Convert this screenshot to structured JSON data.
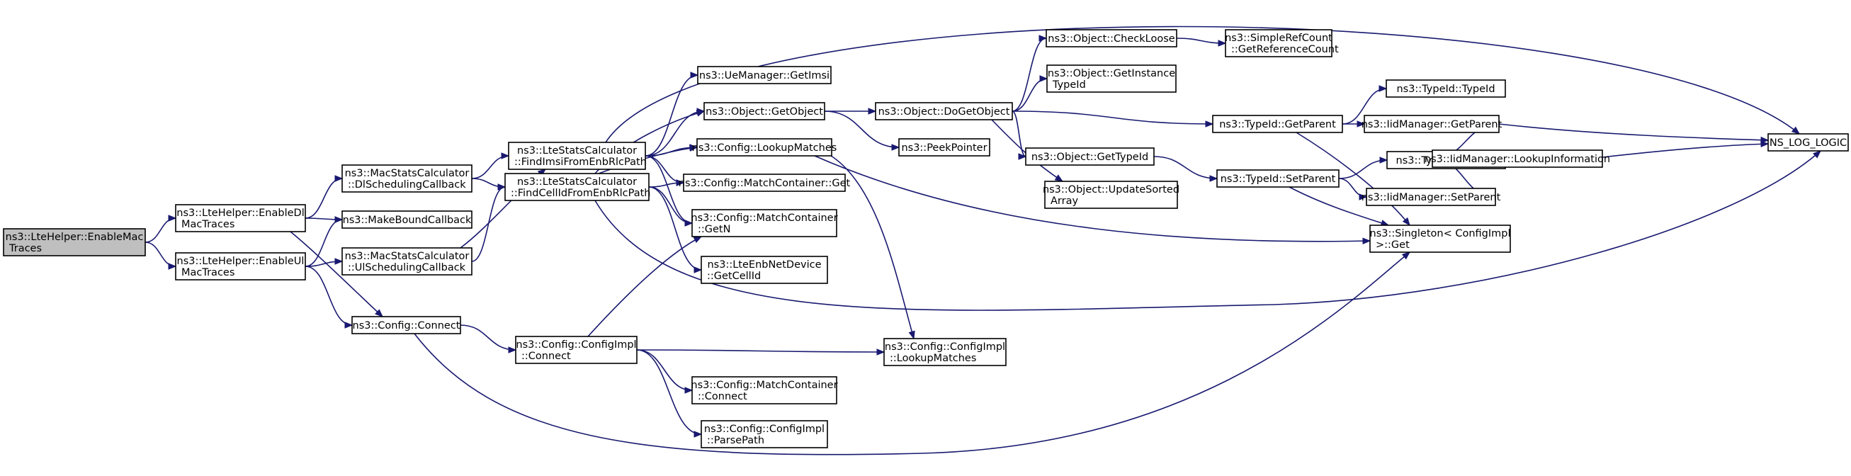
{
  "nodes": [
    {
      "id": "n0",
      "lines": [
        "ns3::LteHelper::EnableMac",
        "Traces"
      ]
    },
    {
      "id": "n1",
      "lines": [
        "ns3::LteHelper::EnableDl",
        "MacTraces"
      ]
    },
    {
      "id": "n2",
      "lines": [
        "ns3::LteHelper::EnableUl",
        "MacTraces"
      ]
    },
    {
      "id": "n3",
      "lines": [
        "ns3::MacStatsCalculator",
        "::DlSchedulingCallback"
      ]
    },
    {
      "id": "n4",
      "lines": [
        "ns3::MakeBoundCallback"
      ]
    },
    {
      "id": "n5",
      "lines": [
        "ns3::MacStatsCalculator",
        "::UlSchedulingCallback"
      ]
    },
    {
      "id": "n6",
      "lines": [
        "ns3::Config::Connect"
      ]
    },
    {
      "id": "n7",
      "lines": [
        "ns3::LteStatsCalculator",
        "::FindImsiFromEnbRlcPath"
      ]
    },
    {
      "id": "n8",
      "lines": [
        "ns3::LteStatsCalculator",
        "::FindCellIdFromEnbRlcPath"
      ]
    },
    {
      "id": "n9",
      "lines": [
        "ns3::Config::ConfigImpl",
        "::Connect"
      ]
    },
    {
      "id": "n10",
      "lines": [
        "ns3::UeManager::GetImsi"
      ]
    },
    {
      "id": "n11",
      "lines": [
        "ns3::Object::GetObject"
      ]
    },
    {
      "id": "n12",
      "lines": [
        "ns3::Config::LookupMatches"
      ]
    },
    {
      "id": "n13",
      "lines": [
        "ns3::Config::MatchContainer::Get"
      ]
    },
    {
      "id": "n14",
      "lines": [
        "ns3::Config::MatchContainer",
        "::GetN"
      ]
    },
    {
      "id": "n15",
      "lines": [
        "ns3::LteEnbNetDevice",
        "::GetCellId"
      ]
    },
    {
      "id": "n16",
      "lines": [
        "ns3::Config::MatchContainer",
        "::Connect"
      ]
    },
    {
      "id": "n17",
      "lines": [
        "ns3::Config::ConfigImpl",
        "::ParsePath"
      ]
    },
    {
      "id": "n18",
      "lines": [
        "ns3::Object::DoGetObject"
      ]
    },
    {
      "id": "n19",
      "lines": [
        "ns3::PeekPointer"
      ]
    },
    {
      "id": "n20",
      "lines": [
        "ns3::Config::ConfigImpl",
        "::LookupMatches"
      ]
    },
    {
      "id": "n21",
      "lines": [
        "ns3::Object::CheckLoose"
      ]
    },
    {
      "id": "n22",
      "lines": [
        "ns3::Object::GetInstance",
        "TypeId"
      ]
    },
    {
      "id": "n23",
      "lines": [
        "ns3::Object::GetTypeId"
      ]
    },
    {
      "id": "n24",
      "lines": [
        "ns3::Object::UpdateSorted",
        "Array"
      ]
    },
    {
      "id": "n25",
      "lines": [
        "ns3::SimpleRefCount",
        "::GetReferenceCount"
      ]
    },
    {
      "id": "n26",
      "lines": [
        "ns3::TypeId::GetParent"
      ]
    },
    {
      "id": "n27",
      "lines": [
        "ns3::TypeId::SetParent"
      ]
    },
    {
      "id": "n28",
      "lines": [
        "ns3::TypeId::TypeId"
      ]
    },
    {
      "id": "n29",
      "lines": [
        "ns3::IidManager::GetParent"
      ]
    },
    {
      "id": "n30",
      "lines": [
        "ns3::TypeId::GetUid"
      ]
    },
    {
      "id": "n31",
      "lines": [
        "ns3::IidManager::SetParent"
      ]
    },
    {
      "id": "n32",
      "lines": [
        "ns3::Singleton< ConfigImpl",
        " >::Get"
      ]
    },
    {
      "id": "n33",
      "lines": [
        "ns3::IidManager::LookupInformation"
      ]
    },
    {
      "id": "n34",
      "lines": [
        "NS_LOG_LOGIC"
      ]
    }
  ],
  "edges": [
    [
      "n0",
      "n1"
    ],
    [
      "n0",
      "n2"
    ],
    [
      "n1",
      "n3"
    ],
    [
      "n1",
      "n4"
    ],
    [
      "n1",
      "n6"
    ],
    [
      "n2",
      "n4"
    ],
    [
      "n2",
      "n5"
    ],
    [
      "n2",
      "n6"
    ],
    [
      "n3",
      "n7"
    ],
    [
      "n3",
      "n8"
    ],
    [
      "n5",
      "n7"
    ],
    [
      "n5",
      "n8"
    ],
    [
      "n6",
      "n9"
    ],
    [
      "n6",
      "n32"
    ],
    [
      "n7",
      "n10"
    ],
    [
      "n7",
      "n11"
    ],
    [
      "n7",
      "n12"
    ],
    [
      "n7",
      "n13"
    ],
    [
      "n7",
      "n14"
    ],
    [
      "n7",
      "n34"
    ],
    [
      "n8",
      "n11"
    ],
    [
      "n8",
      "n12"
    ],
    [
      "n8",
      "n13"
    ],
    [
      "n8",
      "n14"
    ],
    [
      "n8",
      "n15"
    ],
    [
      "n8",
      "n34"
    ],
    [
      "n9",
      "n14"
    ],
    [
      "n9",
      "n20"
    ],
    [
      "n9",
      "n16"
    ],
    [
      "n9",
      "n17"
    ],
    [
      "n11",
      "n18"
    ],
    [
      "n11",
      "n19"
    ],
    [
      "n12",
      "n20"
    ],
    [
      "n12",
      "n32"
    ],
    [
      "n18",
      "n21"
    ],
    [
      "n18",
      "n22"
    ],
    [
      "n18",
      "n26"
    ],
    [
      "n18",
      "n23"
    ],
    [
      "n18",
      "n24"
    ],
    [
      "n21",
      "n25"
    ],
    [
      "n23",
      "n27"
    ],
    [
      "n26",
      "n28"
    ],
    [
      "n26",
      "n29"
    ],
    [
      "n26",
      "n32"
    ],
    [
      "n27",
      "n30"
    ],
    [
      "n27",
      "n31"
    ],
    [
      "n27",
      "n32"
    ],
    [
      "n29",
      "n33"
    ],
    [
      "n29",
      "n34"
    ],
    [
      "n31",
      "n33"
    ],
    [
      "n33",
      "n34"
    ]
  ]
}
